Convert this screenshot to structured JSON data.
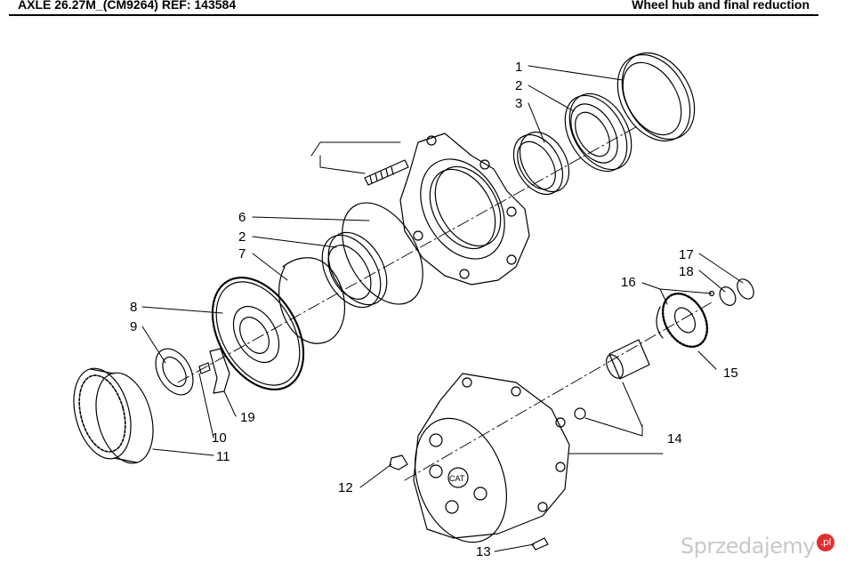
{
  "header": {
    "left_title": "AXLE 26.27M_(CM9264) REF: 143584",
    "right_title": "Wheel hub and final reduction"
  },
  "callouts": [
    "1",
    "2",
    "3",
    "6",
    "2",
    "7",
    "8",
    "9",
    "10",
    "11",
    "12",
    "13",
    "14",
    "15",
    "16",
    "17",
    "18",
    "19"
  ],
  "part_markings": {
    "cat": "CAT"
  },
  "watermark": {
    "text": "Sprzedajemy",
    "badge": ".pl"
  },
  "colors": {
    "line": "#000000",
    "logo_red": "#c0392b",
    "background": "#ffffff"
  }
}
